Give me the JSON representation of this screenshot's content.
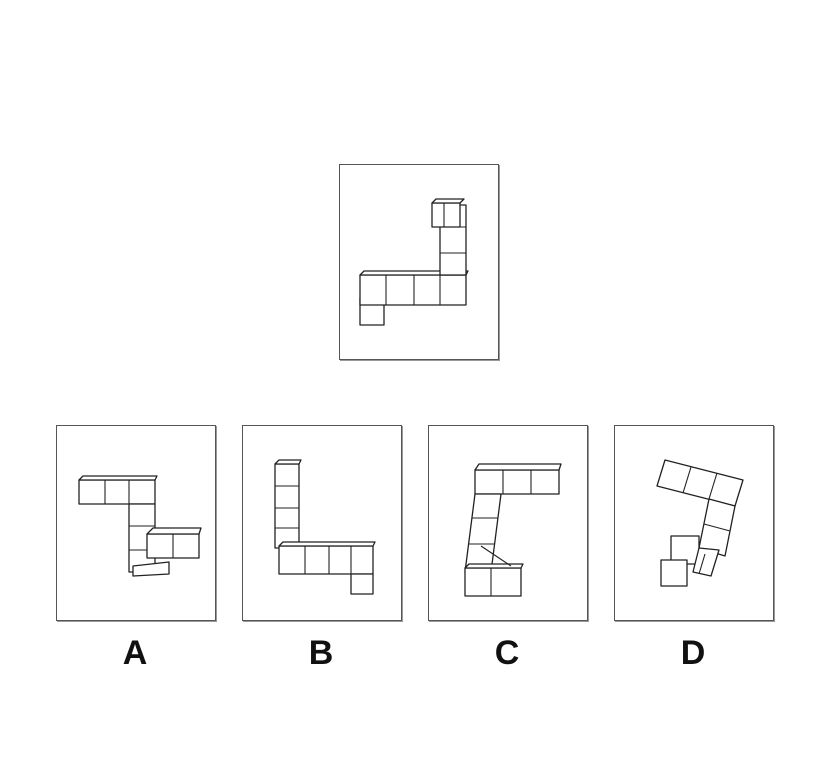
{
  "reference": {
    "figure": "reference-cube-figure"
  },
  "options": [
    {
      "label": "A",
      "figure": "option-a-cube-figure"
    },
    {
      "label": "B",
      "figure": "option-b-cube-figure"
    },
    {
      "label": "C",
      "figure": "option-c-cube-figure"
    },
    {
      "label": "D",
      "figure": "option-d-cube-figure"
    }
  ],
  "colors": {
    "line": "#222222",
    "frame": "#555555",
    "background": "#ffffff"
  }
}
